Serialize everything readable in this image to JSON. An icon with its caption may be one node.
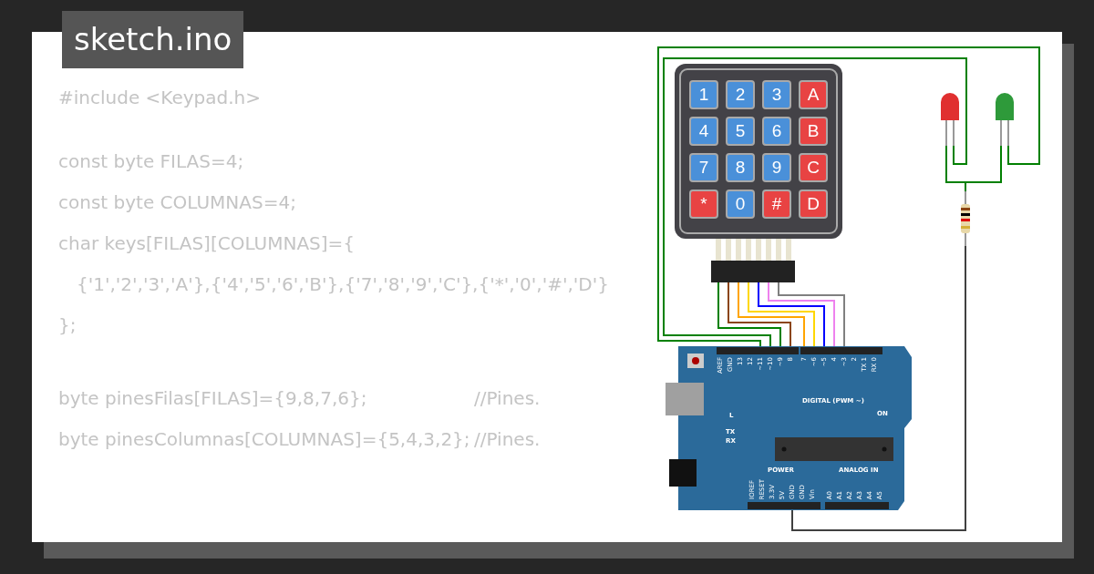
{
  "diagram": {
    "nodes": [
      {
        "text": [],
        "shape": "picture"
      },
      {
        "text": [
          "1"
        ],
        "in": 0
      },
      {
        "text": [
          "2"
        ],
        "in": 0
      },
      {
        "text": [
          "3"
        ],
        "in": 0
      },
      {
        "text": [
          "A"
        ],
        "in": 0
      },
      {
        "text": [
          "4"
        ],
        "in": 0
      },
      {
        "text": [
          "5"
        ],
        "in": 0
      },
      {
        "text": [
          "6"
        ],
        "in": 0
      },
      {
        "text": [
          "B"
        ],
        "in": 0
      },
      {
        "text": [
          "7"
        ],
        "in": 0
      },
      {
        "text": [
          "8"
        ],
        "in": 0
      },
      {
        "text": [
          "9"
        ],
        "in": 0
      },
      {
        "text": [
          "C"
        ],
        "in": 0
      },
      {
        "text": [
          "*"
        ],
        "in": 0
      },
      {
        "text": [
          "0"
        ],
        "in": 0
      },
      {
        "text": [
          "#"
        ],
        "in": 0
      },
      {
        "text": [
          "D"
        ],
        "in": 0
      },
      {
        "text": [],
        "shape": "picture"
      },
      {
        "text": [],
        "shape": "picture"
      },
      {
        "text": [],
        "shape": "picture"
      },
      {
        "text": [],
        "shape": "picture"
      }
    ],
    "edges": [
      {
        "from": 0,
        "to": 17,
        "arrow": "none"
      },
      {
        "from": 0,
        "to": 17,
        "arrow": "none",
        "color": "#8b4513"
      },
      {
        "from": 0,
        "to": 17,
        "arrow": "none",
        "color": "#ffa500"
      },
      {
        "from": 0,
        "to": 17,
        "arrow": "none",
        "color": "#ffd700"
      },
      {
        "from": 0,
        "to": 17,
        "arrow": "none",
        "color": "#0000ff"
      },
      {
        "from": 0,
        "to": 17,
        "arrow": "none",
        "color": "#ee82ee"
      },
      {
        "from": 0,
        "to": 17,
        "arrow": "none",
        "color": "#808080"
      },
      {
        "from": 17,
        "to": 19,
        "arrow": "none"
      },
      {
        "from": 17,
        "to": 18,
        "arrow": "none"
      },
      {
        "from": 18,
        "to": 20,
        "arrow": "none"
      },
      {
        "from": 19,
        "to": 20,
        "arrow": "none"
      },
      {
        "from": 20,
        "to": 17,
        "arrow": "none",
        "color": "#404040"
      }
    ],
    "labels": [
      "sketch.ino",
      "#include <Keypad.h>",
      "const byte FILAS=4;",
      "const byte COLUMNAS=4;",
      "char keys[FILAS][COLUMNAS]={",
      "{'1','2','3','A'},{'4','5','6','B'},{'7','8','9','C'},{'*','0','#','D'}",
      "};",
      "byte pinesFilas[FILAS]={9,8,7,6};",
      "//Pines.",
      "byte pinesColumnas[COLUMNAS]={5,4,3,2};",
      "//Pines.",
      "AREF",
      "GND",
      "13",
      "12",
      "~11",
      "~10",
      "~9",
      "8",
      "7",
      "~6",
      "~5",
      "4",
      "~3",
      "2",
      "TX 1",
      "RX 0",
      "DIGITAL (PWM ~)",
      "L",
      "TX",
      "RX",
      "ON",
      "IOREF",
      "RESET",
      "3.3V",
      "5V",
      "GND",
      "GND",
      "Vin",
      "POWER",
      "ANALOG IN",
      "A0",
      "A1",
      "A2",
      "A3",
      "A4",
      "A5"
    ]
  }
}
